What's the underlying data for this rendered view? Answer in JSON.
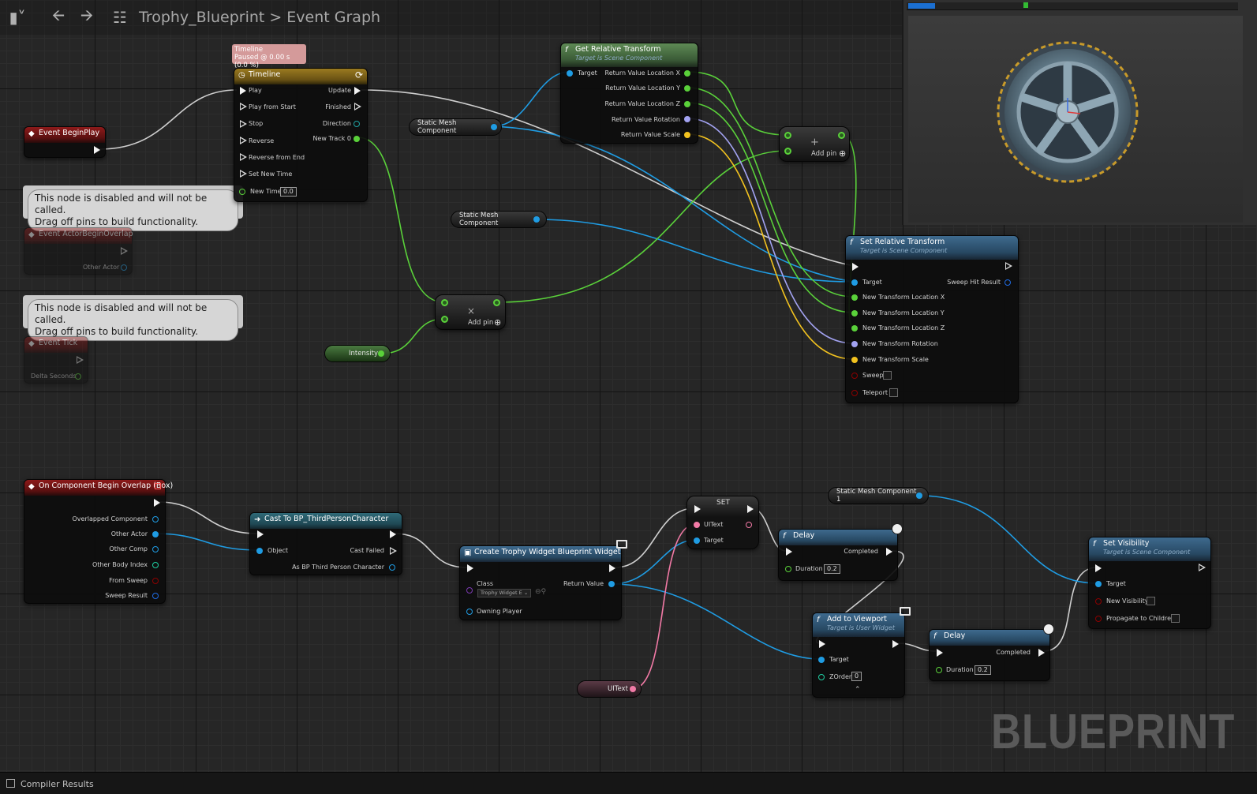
{
  "toolbar": {
    "breadcrumb_asset": "Trophy_Blueprint",
    "breadcrumb_sep": ">",
    "breadcrumb_graph": "Event Graph"
  },
  "watermark": "BLUEPRINT",
  "bottom_tab": "Compiler Results",
  "timeline_badge": {
    "line1": "Timeline",
    "line2": "Paused @ 0.00 s (0.0 %)"
  },
  "comments": {
    "c1": {
      "line1": "This node is disabled and will not be called.",
      "line2": "Drag off pins to build functionality."
    },
    "c2": {
      "line1": "This node is disabled and will not be called.",
      "line2": "Drag off pins to build functionality."
    }
  },
  "nodes": {
    "begin_play": {
      "title": "Event BeginPlay"
    },
    "actor_overlap": {
      "title": "Event ActorBeginOverlap",
      "pin_other_actor": "Other Actor"
    },
    "event_tick": {
      "title": "Event Tick",
      "pin_delta": "Delta Seconds"
    },
    "timeline": {
      "title": "Timeline",
      "play": "Play",
      "play_from_start": "Play from Start",
      "stop": "Stop",
      "reverse": "Reverse",
      "reverse_from_end": "Reverse from End",
      "set_new_time": "Set New Time",
      "new_time": "New Time",
      "new_time_val": "0.0",
      "update": "Update",
      "finished": "Finished",
      "direction": "Direction",
      "new_track": "New Track 0"
    },
    "get_rel": {
      "title": "Get Relative Transform",
      "subtitle": "Target is Scene Component",
      "target": "Target",
      "rvx": "Return Value Location X",
      "rvy": "Return Value Location Y",
      "rvz": "Return Value Location Z",
      "rvr": "Return Value Rotation",
      "rvs": "Return Value Scale"
    },
    "smc1": {
      "label": "Static Mesh Component"
    },
    "smc2": {
      "label": "Static Mesh Component"
    },
    "add_top": {
      "label": "Add pin",
      "op": "+"
    },
    "mul": {
      "label": "Add pin",
      "op": "×"
    },
    "intensity": {
      "label": "Intensity"
    },
    "set_rel": {
      "title": "Set Relative Transform",
      "subtitle": "Target is Scene Component",
      "target": "Target",
      "sweep_hit": "Sweep Hit Result",
      "ntlx": "New Transform Location X",
      "ntly": "New Transform Location Y",
      "ntlz": "New Transform Location Z",
      "ntr": "New Transform Rotation",
      "nts": "New Transform Scale",
      "sweep": "Sweep",
      "teleport": "Teleport"
    },
    "comp_overlap": {
      "title": "On Component Begin Overlap (Box)",
      "p1": "Overlapped Component",
      "p2": "Other Actor",
      "p3": "Other Comp",
      "p4": "Other Body Index",
      "p5": "From Sweep",
      "p6": "Sweep Result"
    },
    "cast": {
      "title": "Cast To BP_ThirdPersonCharacter",
      "object": "Object",
      "cast_failed": "Cast Failed",
      "as_bp": "As BP Third Person Character"
    },
    "create_widget": {
      "title": "Create Trophy Widget Blueprint Widget",
      "class": "Class",
      "class_val": "Trophy Widget E",
      "return_value": "Return Value",
      "owning_player": "Owning Player"
    },
    "set": {
      "title": "SET",
      "uitext": "UIText",
      "target": "Target"
    },
    "delay1": {
      "title": "Delay",
      "completed": "Completed",
      "duration": "Duration",
      "duration_val": "0.2"
    },
    "smc3": {
      "label": "Static Mesh Component 1"
    },
    "add_viewport": {
      "title": "Add to Viewport",
      "subtitle": "Target is User Widget",
      "target": "Target",
      "zorder": "ZOrder",
      "zorder_val": "0"
    },
    "delay2": {
      "title": "Delay",
      "completed": "Completed",
      "duration": "Duration",
      "duration_val": "0.2"
    },
    "set_vis": {
      "title": "Set Visibility",
      "subtitle": "Target is Scene Component",
      "target": "Target",
      "new_vis": "New Visibility",
      "prop": "Propagate to Children"
    },
    "uitext_var": {
      "label": "UIText"
    }
  },
  "colors": {
    "exec": "#f2f2f2",
    "object": "#1f9ce3",
    "float": "#5ad13a",
    "rotator": "#a3a3f2",
    "vector": "#f2c21f",
    "bool": "#8c0000",
    "string": "#f27aa6",
    "struct": "#1fa3a3"
  }
}
